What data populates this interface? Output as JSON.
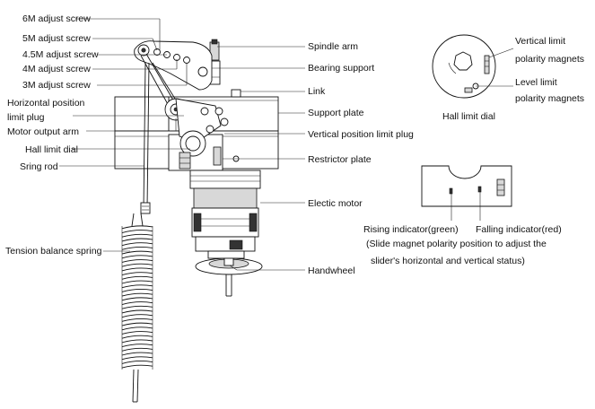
{
  "labels_left": {
    "adjust_6m": "6M adjust screw",
    "adjust_5m": "5M adjust screw",
    "adjust_4_5m": "4.5M adjust screw",
    "adjust_4m": "4M adjust screw",
    "adjust_3m": "3M adjust screw",
    "horizontal_limit_line1": "Horizontal position",
    "horizontal_limit_line2": "limit plug",
    "motor_output_arm": "Motor output arm",
    "hall_limit_dial": "Hall limit dial",
    "spring_rod": "Sring rod",
    "tension_spring": "Tension balance spring"
  },
  "labels_right": {
    "spindle_arm": "Spindle arm",
    "bearing_support": "Bearing support",
    "link": "Link",
    "support_plate": "Support plate",
    "vertical_limit_plug": "Vertical position limit plug",
    "restrictor_plate": "Restrictor plate",
    "electric_motor": "Electic motor",
    "handwheel": "Handwheel"
  },
  "dial_detail": {
    "vertical_magnets_line1": "Vertical limit",
    "vertical_magnets_line2": "polarity magnets",
    "level_magnets_line1": "Level limit",
    "level_magnets_line2": "polarity magnets",
    "caption": "Hall limit dial"
  },
  "indicator_detail": {
    "rising": "Rising indicator(green)",
    "falling": "Falling indicator(red)",
    "note_line1": "(Slide magnet polarity position to adjust the",
    "note_line2": "slider's horizontal and vertical status)"
  }
}
